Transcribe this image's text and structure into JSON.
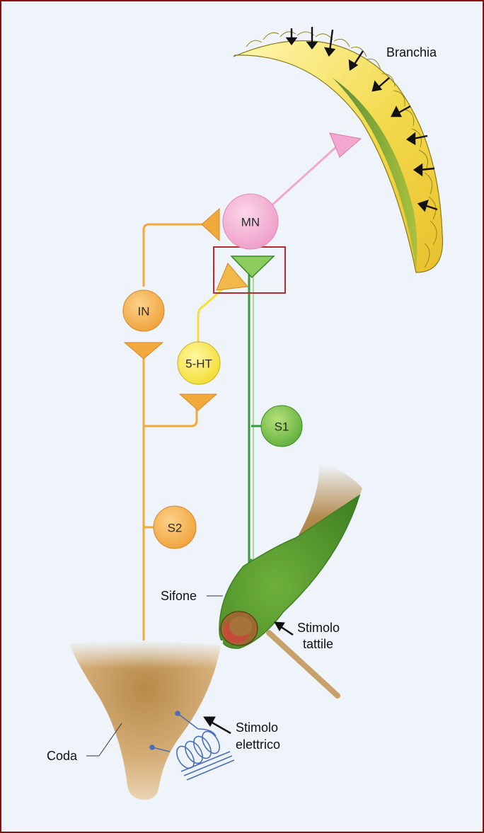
{
  "labels": {
    "gill": "Branchia",
    "siphon": "Sifone",
    "tactile_line1": "Stimolo",
    "tactile_line2": "tattile",
    "electric_line1": "Stimolo",
    "electric_line2": "elettrico",
    "tail": "Coda"
  },
  "neurons": {
    "motor": "MN",
    "interneuron": "IN",
    "serotonergic": "5-HT",
    "sensory_siphon": "S1",
    "sensory_tail": "S2"
  },
  "colors": {
    "background": "#eef4fa",
    "frame": "#8b1010",
    "highlight_box": "#c0282f",
    "orange": "#f2a93c",
    "yellow": "#f5e03a",
    "green": "#3a9a3a",
    "pink": "#f3a6cf",
    "arrow": "#111111"
  }
}
